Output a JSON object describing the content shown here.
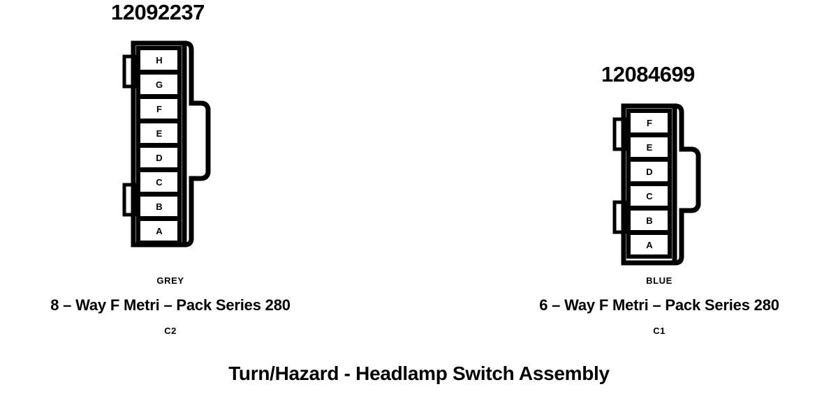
{
  "diagram": {
    "title": "Turn/Hazard - Headlamp Switch Assembly",
    "ink_color": "#000000",
    "background_color": "#ffffff"
  },
  "connectors": [
    {
      "id": "C2",
      "part_number": "12092237",
      "color_name": "GREY",
      "series_desc": "8 – Way F Metri – Pack Series 280",
      "cavity_id": "C2",
      "way_count": 8,
      "terminals": [
        {
          "label": "H"
        },
        {
          "label": "G"
        },
        {
          "label": "F"
        },
        {
          "label": "E"
        },
        {
          "label": "D"
        },
        {
          "label": "C"
        },
        {
          "label": "B"
        },
        {
          "label": "A"
        }
      ]
    },
    {
      "id": "C1",
      "part_number": "12084699",
      "color_name": "BLUE",
      "series_desc": "6 – Way F Metri – Pack Series 280",
      "cavity_id": "C1",
      "way_count": 6,
      "terminals": [
        {
          "label": "F"
        },
        {
          "label": "E"
        },
        {
          "label": "D"
        },
        {
          "label": "C"
        },
        {
          "label": "B"
        },
        {
          "label": "A"
        }
      ]
    }
  ]
}
